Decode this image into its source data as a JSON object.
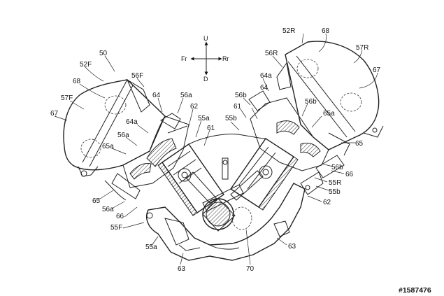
{
  "orientation": {
    "up": "U",
    "down": "D",
    "front": "Fr",
    "rear": "Rr"
  },
  "watermark": "#1587476",
  "labels": [
    "52R",
    "68",
    "57R",
    "67",
    "50",
    "56R",
    "52F",
    "56F",
    "64",
    "64a",
    "68",
    "56a",
    "56b",
    "57F",
    "62",
    "61",
    "56b",
    "64",
    "55a",
    "55b",
    "67",
    "64a",
    "61",
    "65a",
    "56a",
    "65",
    "65a",
    "56b",
    "66",
    "55R",
    "65",
    "55b",
    "56a",
    "62",
    "66",
    "55F",
    "63",
    "55a",
    "63",
    "70"
  ]
}
